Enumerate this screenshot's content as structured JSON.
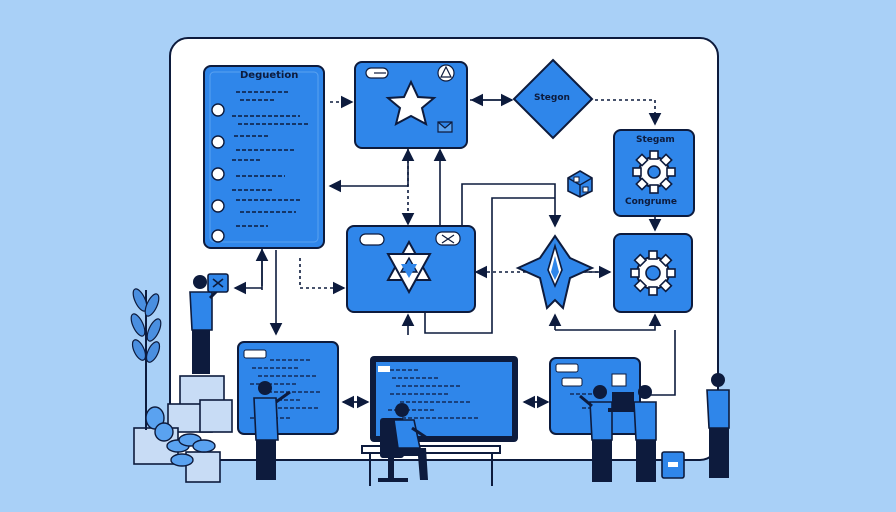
{
  "colors": {
    "background": "#a9d0f7",
    "board": "#ffffff",
    "box_fill": "#2f86ea",
    "box_fill_light": "#5aa2f0",
    "outline": "#0d1b3d",
    "accent_white": "#ffffff"
  },
  "labels": {
    "panel_title": "Deguetion",
    "diamond_label": "Stegon",
    "gear_box_title": "Stegam",
    "gear_box_subtitle": "Congrume"
  },
  "icons": [
    "star-icon",
    "key-icon",
    "warning-icon",
    "star-of-david-icon",
    "gear-icon",
    "rocket-icon",
    "cube-icon",
    "person-icon",
    "monitor-icon",
    "laptop-icon",
    "plant-icon"
  ]
}
